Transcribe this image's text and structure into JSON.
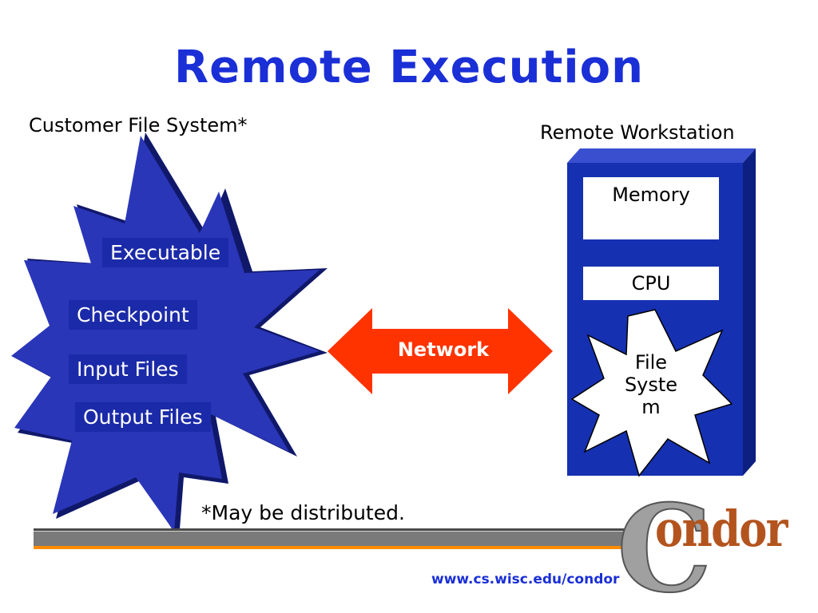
{
  "title": "Remote Execution",
  "customer_label": "Customer File System*",
  "remote_label": "Remote Workstation",
  "files": {
    "executable": "Executable",
    "checkpoint": "Checkpoint",
    "input": "Input Files",
    "output": "Output Files"
  },
  "network": "Network",
  "workstation": {
    "memory": "Memory",
    "cpu": "CPU",
    "file_system_lines": [
      "File",
      "Syste",
      "m"
    ]
  },
  "note": "*May be distributed.",
  "url": "www.cs.wisc.edu/condor",
  "logo": {
    "initial": "C",
    "rest": "ondor"
  },
  "colors": {
    "title": "#1a2fd6",
    "starburst": "#2a36b8",
    "network_arrow": "#ff3300",
    "workstation": "#1530b0",
    "logo": "#b3541e"
  }
}
